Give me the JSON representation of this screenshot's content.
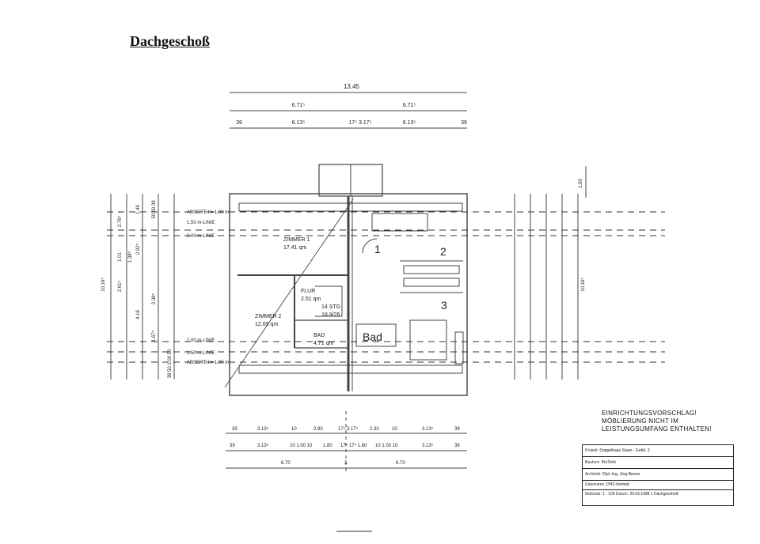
{
  "page": {
    "title": "Dachgeschoß"
  },
  "rooms": {
    "zimmer1": {
      "name": "ZIMMER 1",
      "area": "17.41 qm"
    },
    "zimmer2": {
      "name": "ZIMMER 2",
      "area": "12.65 qm"
    },
    "flur": {
      "name": "FLUR",
      "area": "2.51 qm"
    },
    "stair": {
      "name": "14 STG",
      "ratio": "18.9/26"
    },
    "bad": {
      "name": "BAD",
      "area": "4.71 qm"
    },
    "bad_right": "Bad",
    "num1": "1",
    "num2": "2",
    "num3": "3"
  },
  "lines": {
    "abseite": "ABSEITE H=1.00 m",
    "linie150": "1.50 m-LINIE",
    "linie200": "2.00 m-LINIE"
  },
  "dims_top": {
    "total": "13.45",
    "half_left": "6.71⁵",
    "half_right": "6.71⁵",
    "w1": "39",
    "w2": "6.13⁵",
    "w3": "17⁵ 3.17⁵",
    "w4": "6.13⁵",
    "w5": "39"
  },
  "dims_bottom": {
    "r1": [
      "39",
      "3.13⁵",
      "10",
      "2.90",
      "17⁵ 3.17⁵",
      "2.30",
      "10",
      "3.13⁵",
      "39"
    ],
    "r2": [
      "39",
      "3.13⁵",
      "10 1.00 10",
      "1.80",
      "17⁵ 17⁵ 1.80",
      "10 1.00 10",
      "3.13⁵",
      "39"
    ],
    "r3": [
      "6.70",
      "3",
      "6.70"
    ]
  },
  "dims_left": {
    "total": "10.16⁵",
    "a": "2.76⁵",
    "b": "1.49",
    "c": "50 60 39",
    "d": "1.01",
    "e": "1.38⁵",
    "f": "2.92⁵",
    "g": "2.61⁵",
    "h": "4.16",
    "i": "2.38⁵",
    "j": "1.67⁵",
    "k": "39 50 1.00 50"
  },
  "dims_right": {
    "total": "10.16⁵",
    "top": "1.90"
  },
  "note": {
    "line1": "EINRICHTUNGSVORSCHLAG!",
    "line2": "MÖBLIERUNG NICHT IM",
    "line3": "LEISTUNGSUMFANG ENTHALTEN!"
  },
  "titleblock": {
    "projekt_label": "Projekt:",
    "projekt": "Doppelhaus Süser - Gröbl. 2",
    "bauherr_label": "Bauherr:",
    "bauherr": "ProTech",
    "architekt_label": "Architekt:",
    "architekt": "Dipl.-Ing. Jörg Berner",
    "datei_label": "Dateiname:",
    "datei": "DH3-Vertrieb",
    "massstab_label": "Maßstab:",
    "massstab": "1 : 100",
    "datum_label": "Datum:",
    "datum": "20.03.1998",
    "blatt": "1 Dachgeschoß"
  }
}
